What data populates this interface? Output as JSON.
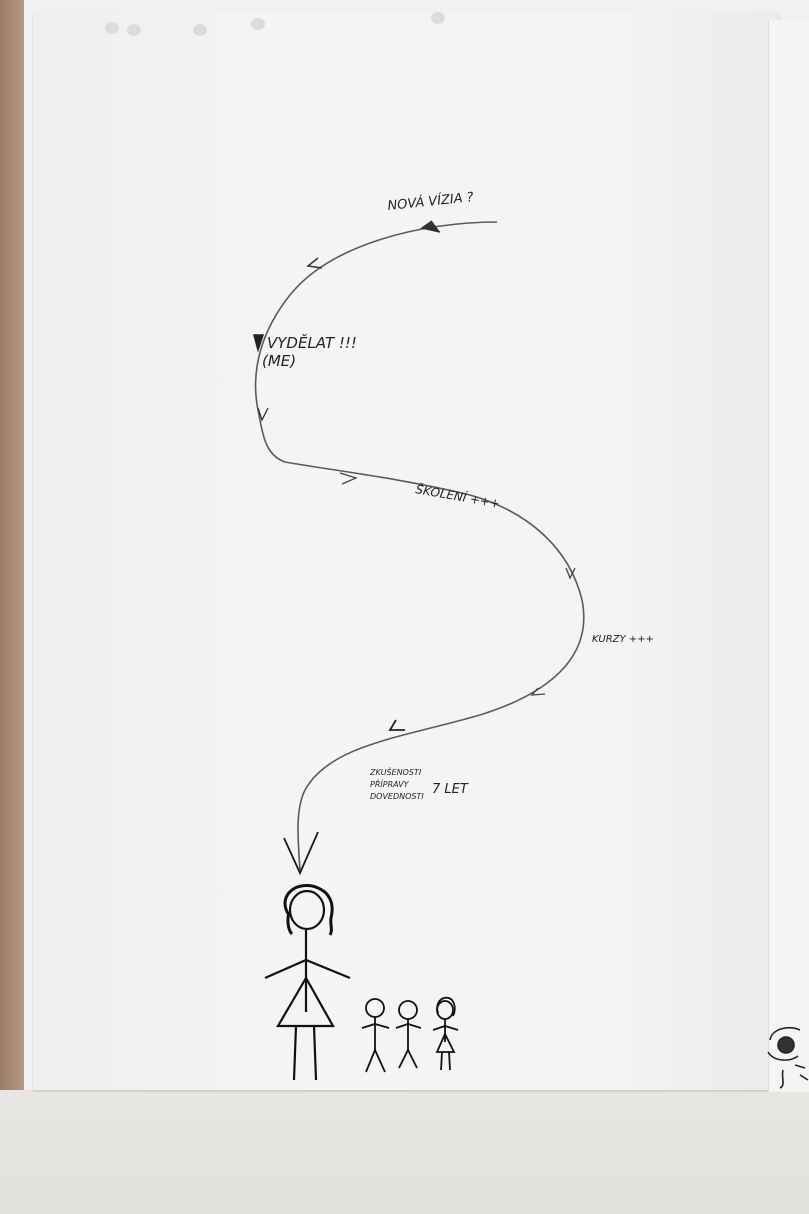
{
  "labels": {
    "top": "NOVÁ VÍZIA ?",
    "bend1_line1": "VYDĚLAT !!!",
    "bend1_line2": "(ME)",
    "mid": "ŠKOLENÍ +++",
    "kurzy": "KURZY +++",
    "bottom_line1": "ZKUŠENOSTI",
    "bottom_line2": "PŘÍPRAVY",
    "bottom_line3": "DOVEDNOSTI",
    "years": "7 LET"
  },
  "colors": {
    "ink": "#1a1a1a",
    "path": "#555555",
    "paper": "#f4f4f4"
  }
}
